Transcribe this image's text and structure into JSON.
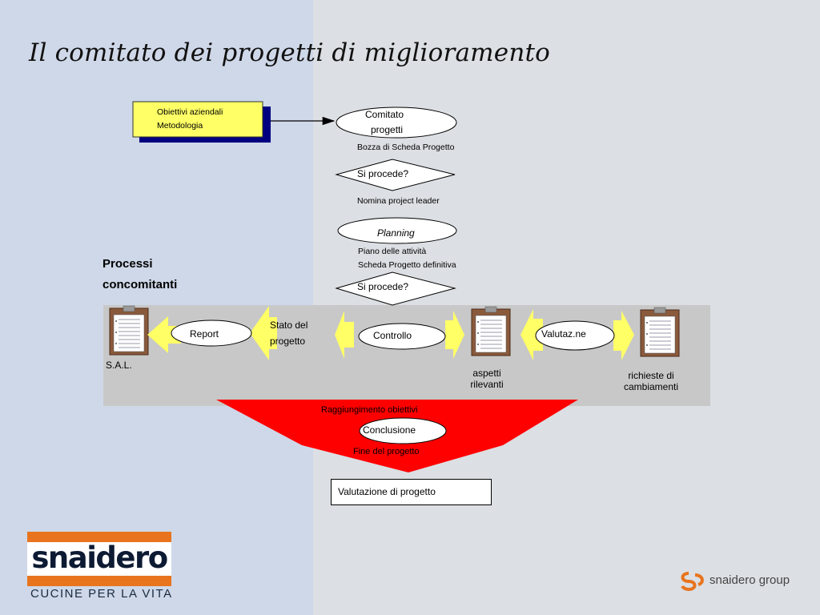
{
  "title": "Il comitato dei progetti di miglioramento",
  "colors": {
    "bg_left": "#cfd8e8",
    "bg_right": "#dcdfe3",
    "band": "#c8c8c8",
    "yellow_box": "#ffff66",
    "navy_shadow": "#000080",
    "arrow_yellow": "#ffff66",
    "funnel_red": "#ff0000",
    "logo_orange": "#e8741e",
    "logo_text": "#0d1a33",
    "clipboard_brown": "#8a5a3c"
  },
  "inputs_box": {
    "line1": "Obiettivi aziendali",
    "line2": "Metodologia"
  },
  "flow": {
    "comitato": {
      "line1": "Comitato",
      "line2": "progetti"
    },
    "bozza": "Bozza di Scheda Progetto",
    "si_procede_1": "Si procede?",
    "nomina": "Nomina project leader",
    "planning": "Planning",
    "piano": "Piano delle attività",
    "scheda": "Scheda Progetto definitiva",
    "si_procede_2": "Si procede?"
  },
  "processi": {
    "line1": "Processi",
    "line2": "concomitanti"
  },
  "band": {
    "sal": "S.A.L.",
    "report": "Report",
    "stato": {
      "line1": "Stato del",
      "line2": "progetto"
    },
    "controllo": "Controllo",
    "aspetti": {
      "line1": "aspetti",
      "line2": "rilevanti"
    },
    "valutaz": "Valutaz.ne",
    "richieste": {
      "line1": "richieste di",
      "line2": "cambiamenti"
    }
  },
  "funnel": {
    "raggiungimento": "Raggiungimento obiettivi",
    "conclusione": "Conclusione",
    "fine": "Fine del progetto"
  },
  "valutazione": "Valutazione di progetto",
  "logo": {
    "brand": "snaidero",
    "tagline": "CUCINE PER LA VITA",
    "group": "snaidero group"
  },
  "icons": [
    "clipboard-icon",
    "arrow-right-icon",
    "arrow-left-icon",
    "snaidero-group-logo-icon"
  ]
}
